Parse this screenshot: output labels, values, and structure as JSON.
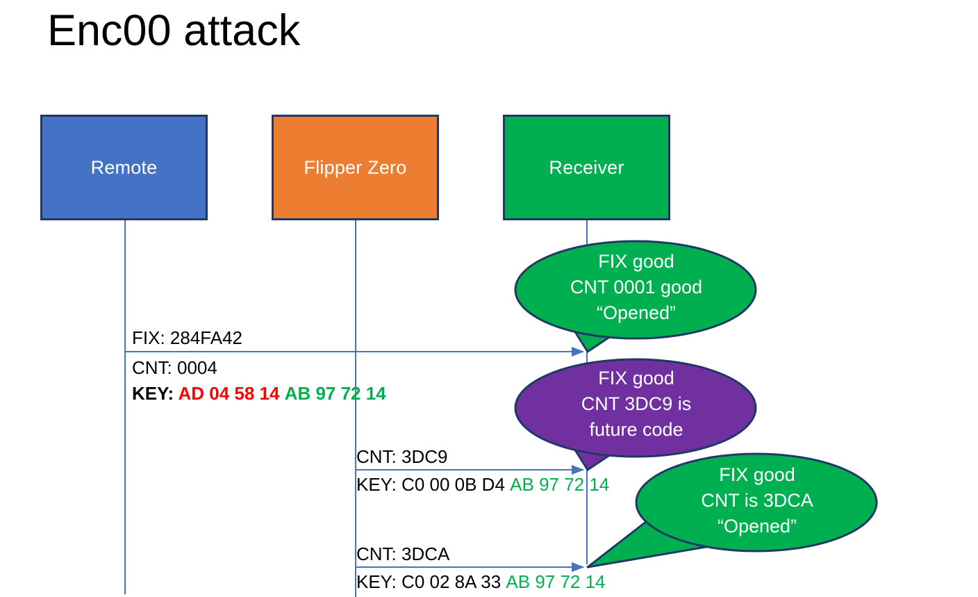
{
  "slide": {
    "title": "Enc00 attack",
    "background_color": "#FFFFFF"
  },
  "colors": {
    "remote_blue": "#4472C4",
    "flipper_orange": "#ED7D31",
    "receiver_green": "#00B050",
    "future_purple": "#7030A0",
    "box_border": "#1F3864",
    "lifeline_blue": "#4472C4",
    "key_red": "#FF0000",
    "key_green": "#00B050",
    "text_black": "#000000"
  },
  "actors": [
    {
      "id": "remote",
      "label": "Remote",
      "fill": "#4472C4"
    },
    {
      "id": "flipper",
      "label": "Flipper Zero",
      "fill": "#ED7D31"
    },
    {
      "id": "receiver",
      "label": "Receiver",
      "fill": "#00B050"
    }
  ],
  "messages": [
    {
      "id": "msg1",
      "from": "remote",
      "to": "receiver",
      "lines": [
        {
          "id": "fix1",
          "prefix": "FIX: ",
          "black": "284FA42",
          "red": "",
          "green": "",
          "bold": false
        },
        {
          "id": "cnt1",
          "prefix": "CNT: ",
          "black": "0004",
          "red": "",
          "green": "",
          "bold": false
        },
        {
          "id": "key1",
          "prefix": "KEY: ",
          "black": "",
          "red": "AD 04 58 14",
          "green": "AB 97 72 14",
          "bold": true
        }
      ]
    },
    {
      "id": "msg2",
      "from": "flipper",
      "to": "receiver",
      "lines": [
        {
          "id": "cnt2",
          "prefix": "CNT: ",
          "black": "3DC9",
          "red": "",
          "green": "",
          "bold": false
        },
        {
          "id": "key2",
          "prefix": "KEY: ",
          "black": "C0 00 0B D4",
          "red": "",
          "green": "AB 97 72 14",
          "bold": false
        }
      ]
    },
    {
      "id": "msg3",
      "from": "flipper",
      "to": "receiver",
      "lines": [
        {
          "id": "cnt3",
          "prefix": "CNT: ",
          "black": "3DCA",
          "red": "",
          "green": "",
          "bold": false
        },
        {
          "id": "key3",
          "prefix": "KEY: ",
          "black": "C0 02 8A 33",
          "red": "",
          "green": "AB 97 72 14",
          "bold": false
        }
      ]
    }
  ],
  "callouts": [
    {
      "id": "callout-1",
      "fill": "#00B050",
      "line1": "FIX good",
      "line2": "CNT 0001 good",
      "line3": "“Opened”"
    },
    {
      "id": "callout-2",
      "fill": "#7030A0",
      "line1": "FIX good",
      "line2": "CNT 3DC9 is",
      "line3": "future code"
    },
    {
      "id": "callout-3",
      "fill": "#00B050",
      "line1": "FIX good",
      "line2": "CNT is 3DCA",
      "line3": "“Opened”"
    }
  ],
  "labels_rendered": {
    "fix1_full": "FIX: 284FA42",
    "cnt1_full": "CNT: 0004",
    "key1_full": "KEY: AD 04 58 14 AB 97 72 14",
    "cnt2_full": "CNT: 3DC9",
    "key2_full": "KEY: C0 00 0B D4 AB 97 72 14",
    "cnt3_full": "CNT: 3DCA",
    "key3_full": "KEY: C0 02 8A 33 AB 97 72 14"
  }
}
